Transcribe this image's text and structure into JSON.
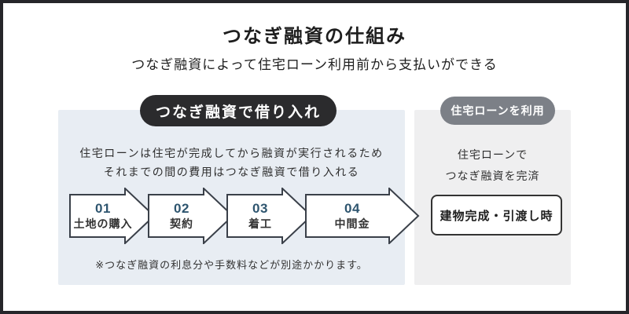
{
  "page": {
    "title": "つなぎ融資の仕組み",
    "subtitle": "つなぎ融資によって住宅ローン利用前から支払いができる"
  },
  "bridge_section": {
    "badge": "つなぎ融資で借り入れ",
    "description_line1": "住宅ローンは住宅が完成してから融資が実行されるため",
    "description_line2": "それまでの間の費用はつなぎ融資で借り入れる",
    "steps": [
      {
        "number": "01",
        "label": "土地の購入"
      },
      {
        "number": "02",
        "label": "契約"
      },
      {
        "number": "03",
        "label": "着工"
      },
      {
        "number": "04",
        "label": "中間金"
      }
    ],
    "note": "※つなぎ融資の利息分や手数料などが別途かかります。"
  },
  "mortgage_section": {
    "badge": "住宅ローンを利用",
    "description_line1": "住宅ローンで",
    "description_line2": "つなぎ融資を完済",
    "final_step": "建物完成・引渡し時"
  },
  "colors": {
    "frame": "#26262a",
    "bridge_panel_bg": "#e8edf3",
    "mortgage_panel_bg": "#efeff0",
    "bridge_badge_bg": "#2b2b2d",
    "mortgage_badge_bg": "#7c8087",
    "step_number": "#2e556f",
    "arrow_outline": "#3a4049",
    "text_dark": "#1e1e1e"
  }
}
